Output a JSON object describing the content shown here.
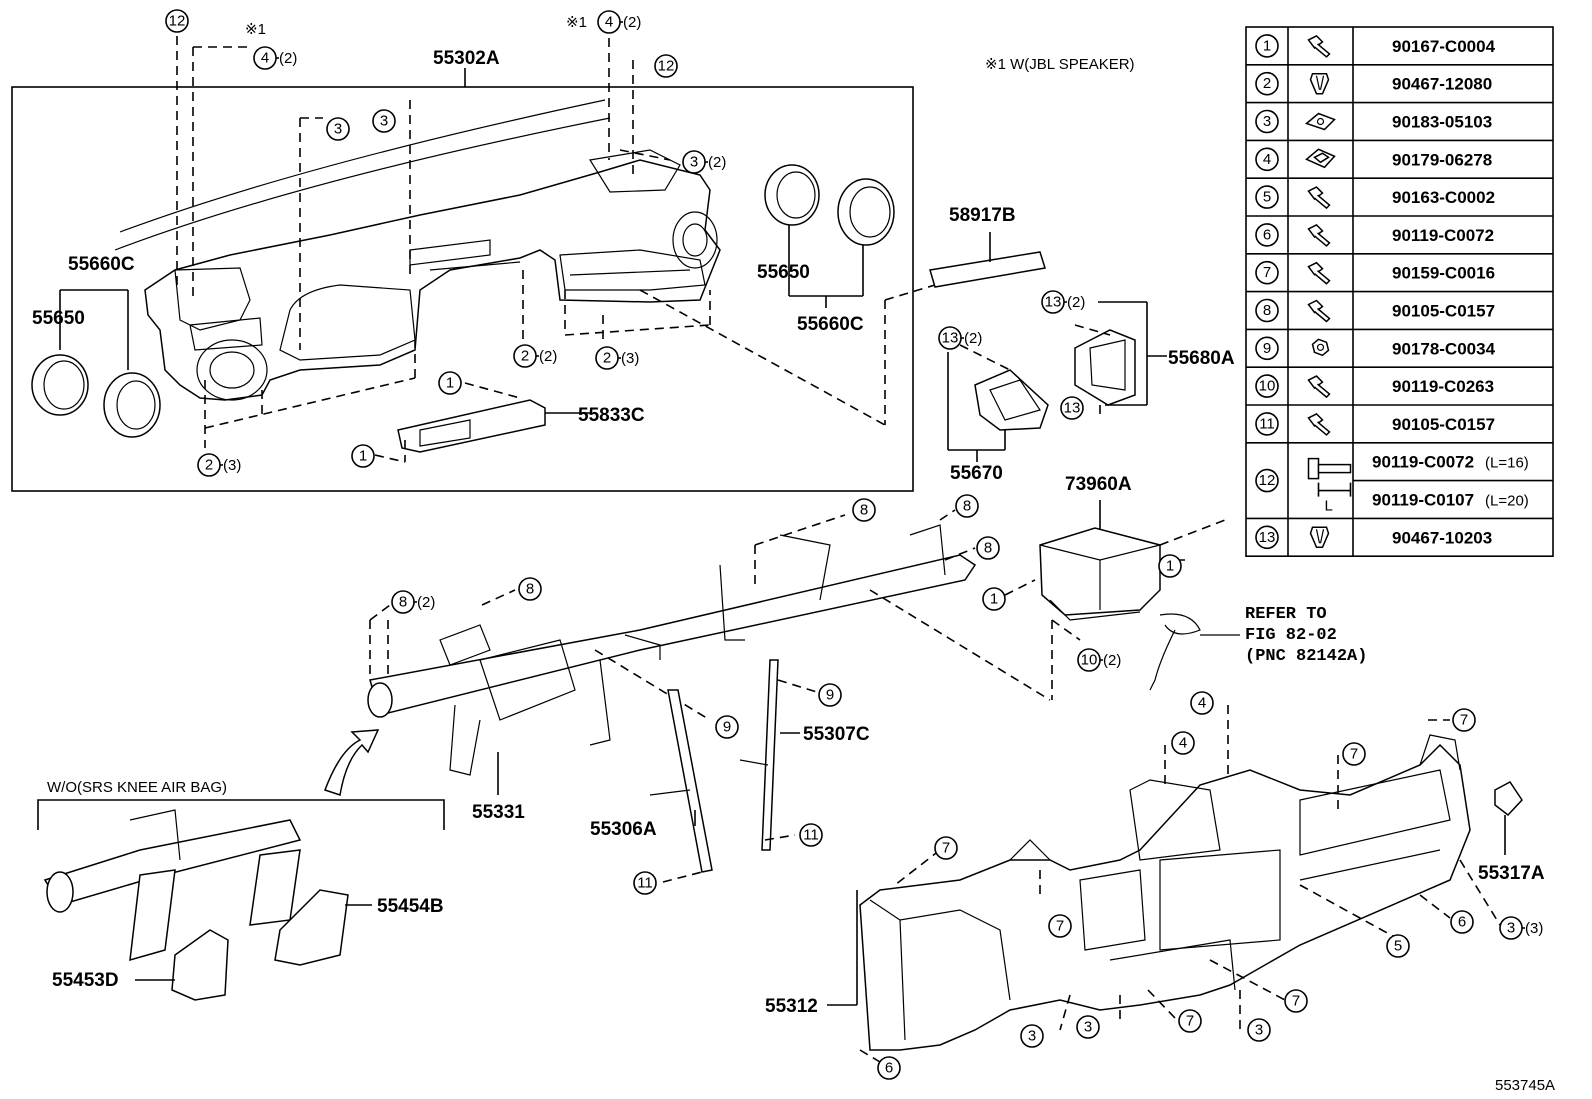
{
  "note": "※1 W(JBL SPEAKER)",
  "figure_id": "553745A",
  "wo_note": "W/O(SRS KNEE AIR BAG)",
  "refer_lines": [
    "REFER TO",
    "FIG 82-02",
    "(PNC 82142A)"
  ],
  "part_labels": {
    "p55302A": "55302A",
    "p55660C_left": "55660C",
    "p55650_left": "55650",
    "p55650_right": "55650",
    "p55660C_right": "55660C",
    "p58917B": "58917B",
    "p55680A": "55680A",
    "p55833C": "55833C",
    "p55670": "55670",
    "p73960A": "73960A",
    "p55307C": "55307C",
    "p55331": "55331",
    "p55306A": "55306A",
    "p55454B": "55454B",
    "p55453D": "55453D",
    "p55317A": "55317A",
    "p55312": "55312"
  },
  "mark_star1": "※1",
  "qty": {
    "q2": "(2)",
    "q3": "(3)"
  },
  "fastener_table": [
    {
      "num": "1",
      "code": "90167-C0004",
      "icon": "bolt-icon"
    },
    {
      "num": "2",
      "code": "90467-12080",
      "icon": "clip-icon"
    },
    {
      "num": "3",
      "code": "90183-05103",
      "icon": "nut-clip-icon"
    },
    {
      "num": "4",
      "code": "90179-06278",
      "icon": "cage-nut-icon"
    },
    {
      "num": "5",
      "code": "90163-C0002",
      "icon": "bolt-icon"
    },
    {
      "num": "6",
      "code": "90119-C0072",
      "icon": "bolt-icon"
    },
    {
      "num": "7",
      "code": "90159-C0016",
      "icon": "bolt-icon"
    },
    {
      "num": "8",
      "code": "90105-C0157",
      "icon": "bolt-icon"
    },
    {
      "num": "9",
      "code": "90178-C0034",
      "icon": "nut-icon"
    },
    {
      "num": "10",
      "code": "90119-C0263",
      "icon": "bolt-icon"
    },
    {
      "num": "11",
      "code": "90105-C0157",
      "icon": "bolt-icon"
    },
    {
      "num": "12",
      "code_a": "90119-C0072",
      "len_a": "(L=16)",
      "code_b": "90119-C0107",
      "len_b": "(L=20)",
      "len_label": "L",
      "icon": "long-bolt-icon"
    },
    {
      "num": "13",
      "code": "90467-10203",
      "icon": "clip-icon"
    }
  ],
  "callouts": [
    "1",
    "2",
    "3",
    "4",
    "5",
    "6",
    "7",
    "8",
    "9",
    "10",
    "11",
    "12",
    "13"
  ]
}
